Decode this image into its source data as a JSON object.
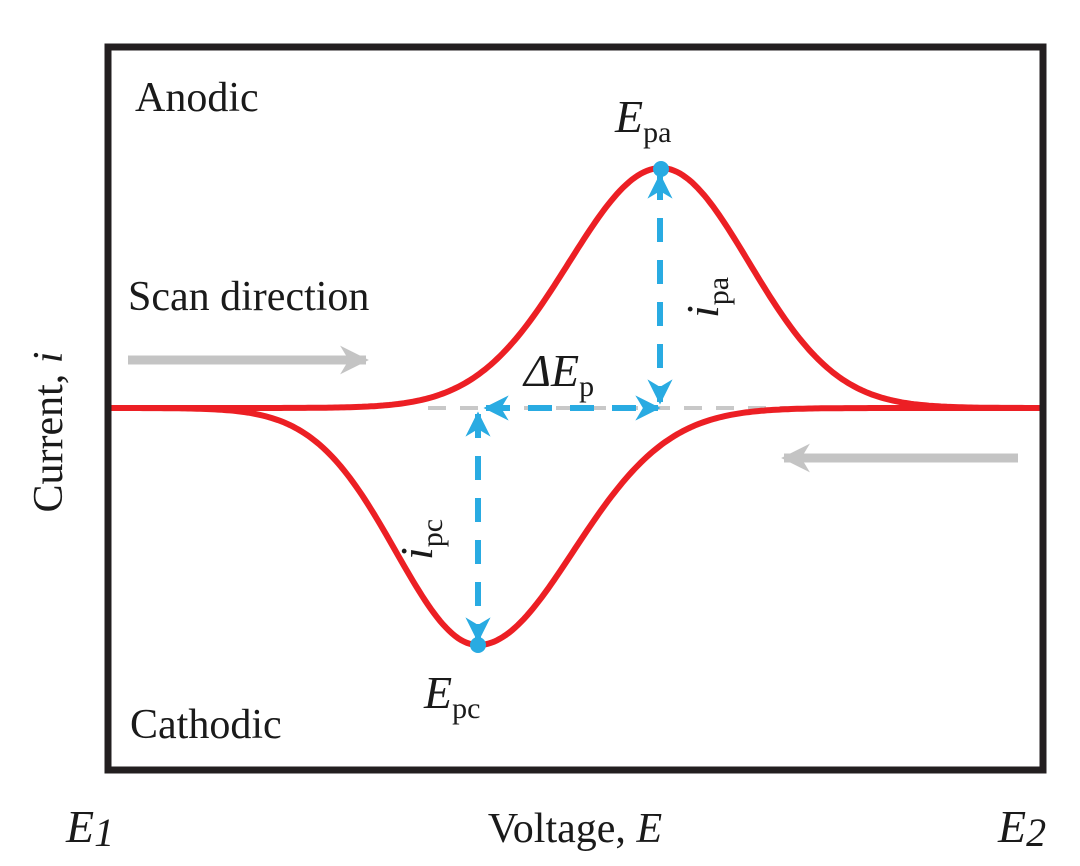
{
  "labels": {
    "anodic": "Anodic",
    "cathodic": "Cathodic",
    "scan_direction": "Scan direction",
    "y_axis": "Current, ",
    "y_axis_var": "i",
    "x_axis": "Voltage, ",
    "x_axis_var": "E",
    "e1": "E",
    "e1_sub": "1",
    "e2": "E",
    "e2_sub": "2",
    "epa": "E",
    "epa_sub": "pa",
    "epc": "E",
    "epc_sub": "pc",
    "delta_ep": "ΔE",
    "delta_ep_sub": "p",
    "ipa": "i",
    "ipa_sub": "pa",
    "ipc": "i",
    "ipc_sub": "pc"
  },
  "colors": {
    "curve": "#ec1f24",
    "marker": "#29abe2",
    "arrow_gray": "#c4c4c4",
    "frame": "#231f20"
  }
}
